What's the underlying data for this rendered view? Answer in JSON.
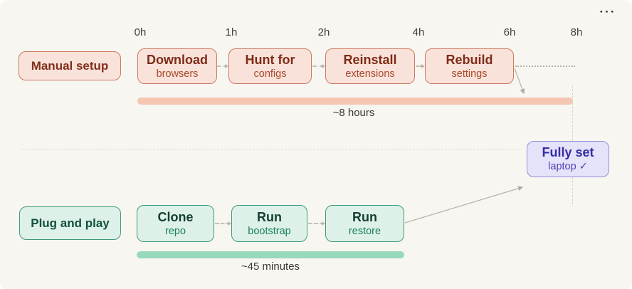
{
  "menu": {
    "more_icon_glyph": "···"
  },
  "timeline": {
    "ticks": [
      "0h",
      "1h",
      "2h",
      "4h",
      "6h",
      "8h"
    ]
  },
  "manual": {
    "label": "Manual setup",
    "steps": [
      {
        "title": "Download",
        "subtitle": "browsers"
      },
      {
        "title": "Hunt for",
        "subtitle": "configs"
      },
      {
        "title": "Reinstall",
        "subtitle": "extensions"
      },
      {
        "title": "Rebuild",
        "subtitle": "settings"
      }
    ],
    "duration": "~8 hours"
  },
  "plug": {
    "label": "Plug and play",
    "steps": [
      {
        "title": "Clone",
        "subtitle": "repo"
      },
      {
        "title": "Run",
        "subtitle": "bootstrap"
      },
      {
        "title": "Run",
        "subtitle": "restore"
      }
    ],
    "duration": "~45 minutes"
  },
  "result": {
    "title": "Fully set",
    "subtitle": "laptop ✓"
  },
  "colors": {
    "background": "#f8f6f1",
    "manual_fill": "#f9e2da",
    "manual_border": "#cb7a60",
    "manual_text": "#7e2c17",
    "manual_bar": "#f4c5b0",
    "plug_fill": "#def1e8",
    "plug_border": "#3f9a7c",
    "plug_text": "#143f32",
    "plug_bar": "#97dabb",
    "result_fill": "#e5e3f9",
    "result_border": "#938cdb",
    "result_text": "#352ca6"
  }
}
